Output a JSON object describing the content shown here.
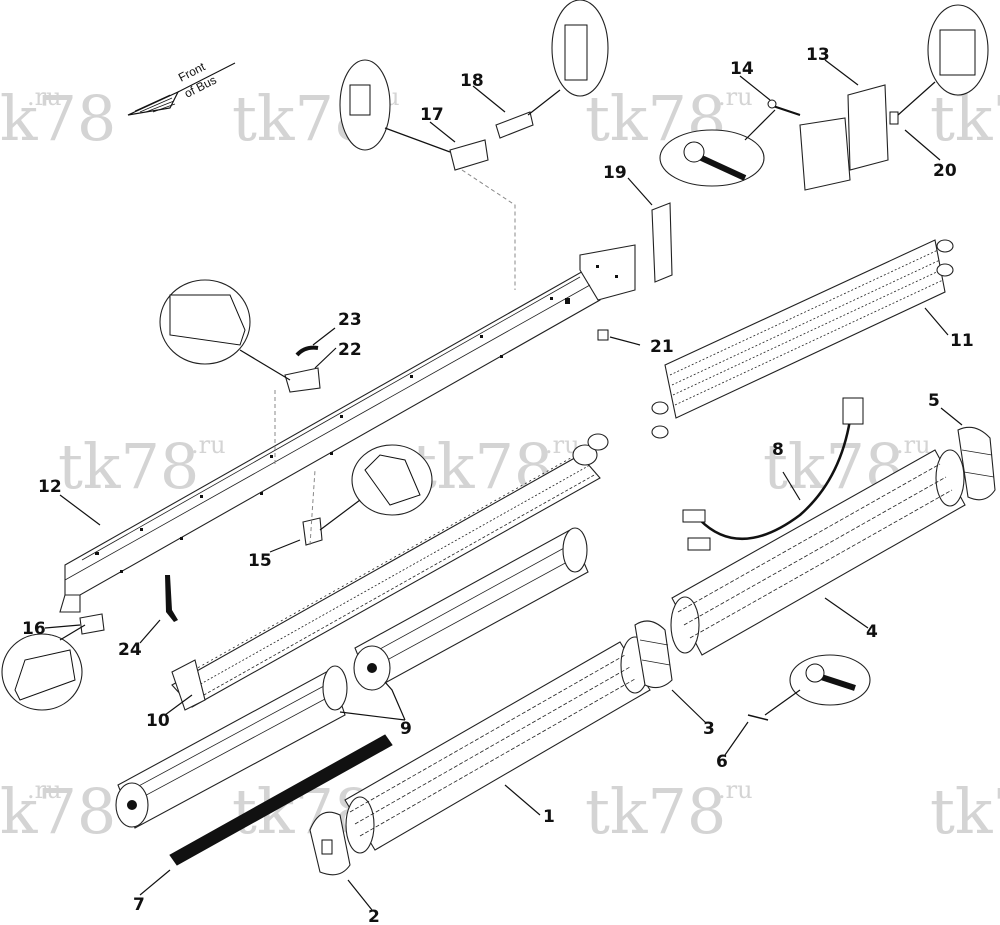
{
  "watermark": {
    "text": "tk78",
    "suffix": ".ru"
  },
  "direction_note": {
    "line1": "Front",
    "line2": "of Bus"
  },
  "callouts": [
    {
      "id": "c1",
      "label": "1"
    },
    {
      "id": "c2",
      "label": "2"
    },
    {
      "id": "c3",
      "label": "3"
    },
    {
      "id": "c4",
      "label": "4"
    },
    {
      "id": "c5",
      "label": "5"
    },
    {
      "id": "c6",
      "label": "6"
    },
    {
      "id": "c7",
      "label": "7"
    },
    {
      "id": "c8",
      "label": "8"
    },
    {
      "id": "c9",
      "label": "9"
    },
    {
      "id": "c10",
      "label": "10"
    },
    {
      "id": "c11",
      "label": "11"
    },
    {
      "id": "c12",
      "label": "12"
    },
    {
      "id": "c13",
      "label": "13"
    },
    {
      "id": "c14",
      "label": "14"
    },
    {
      "id": "c15",
      "label": "15"
    },
    {
      "id": "c16",
      "label": "16"
    },
    {
      "id": "c17",
      "label": "17"
    },
    {
      "id": "c18",
      "label": "18"
    },
    {
      "id": "c19",
      "label": "19"
    },
    {
      "id": "c20",
      "label": "20"
    },
    {
      "id": "c21",
      "label": "21"
    },
    {
      "id": "c22",
      "label": "22"
    },
    {
      "id": "c23",
      "label": "23"
    },
    {
      "id": "c24",
      "label": "24"
    }
  ]
}
